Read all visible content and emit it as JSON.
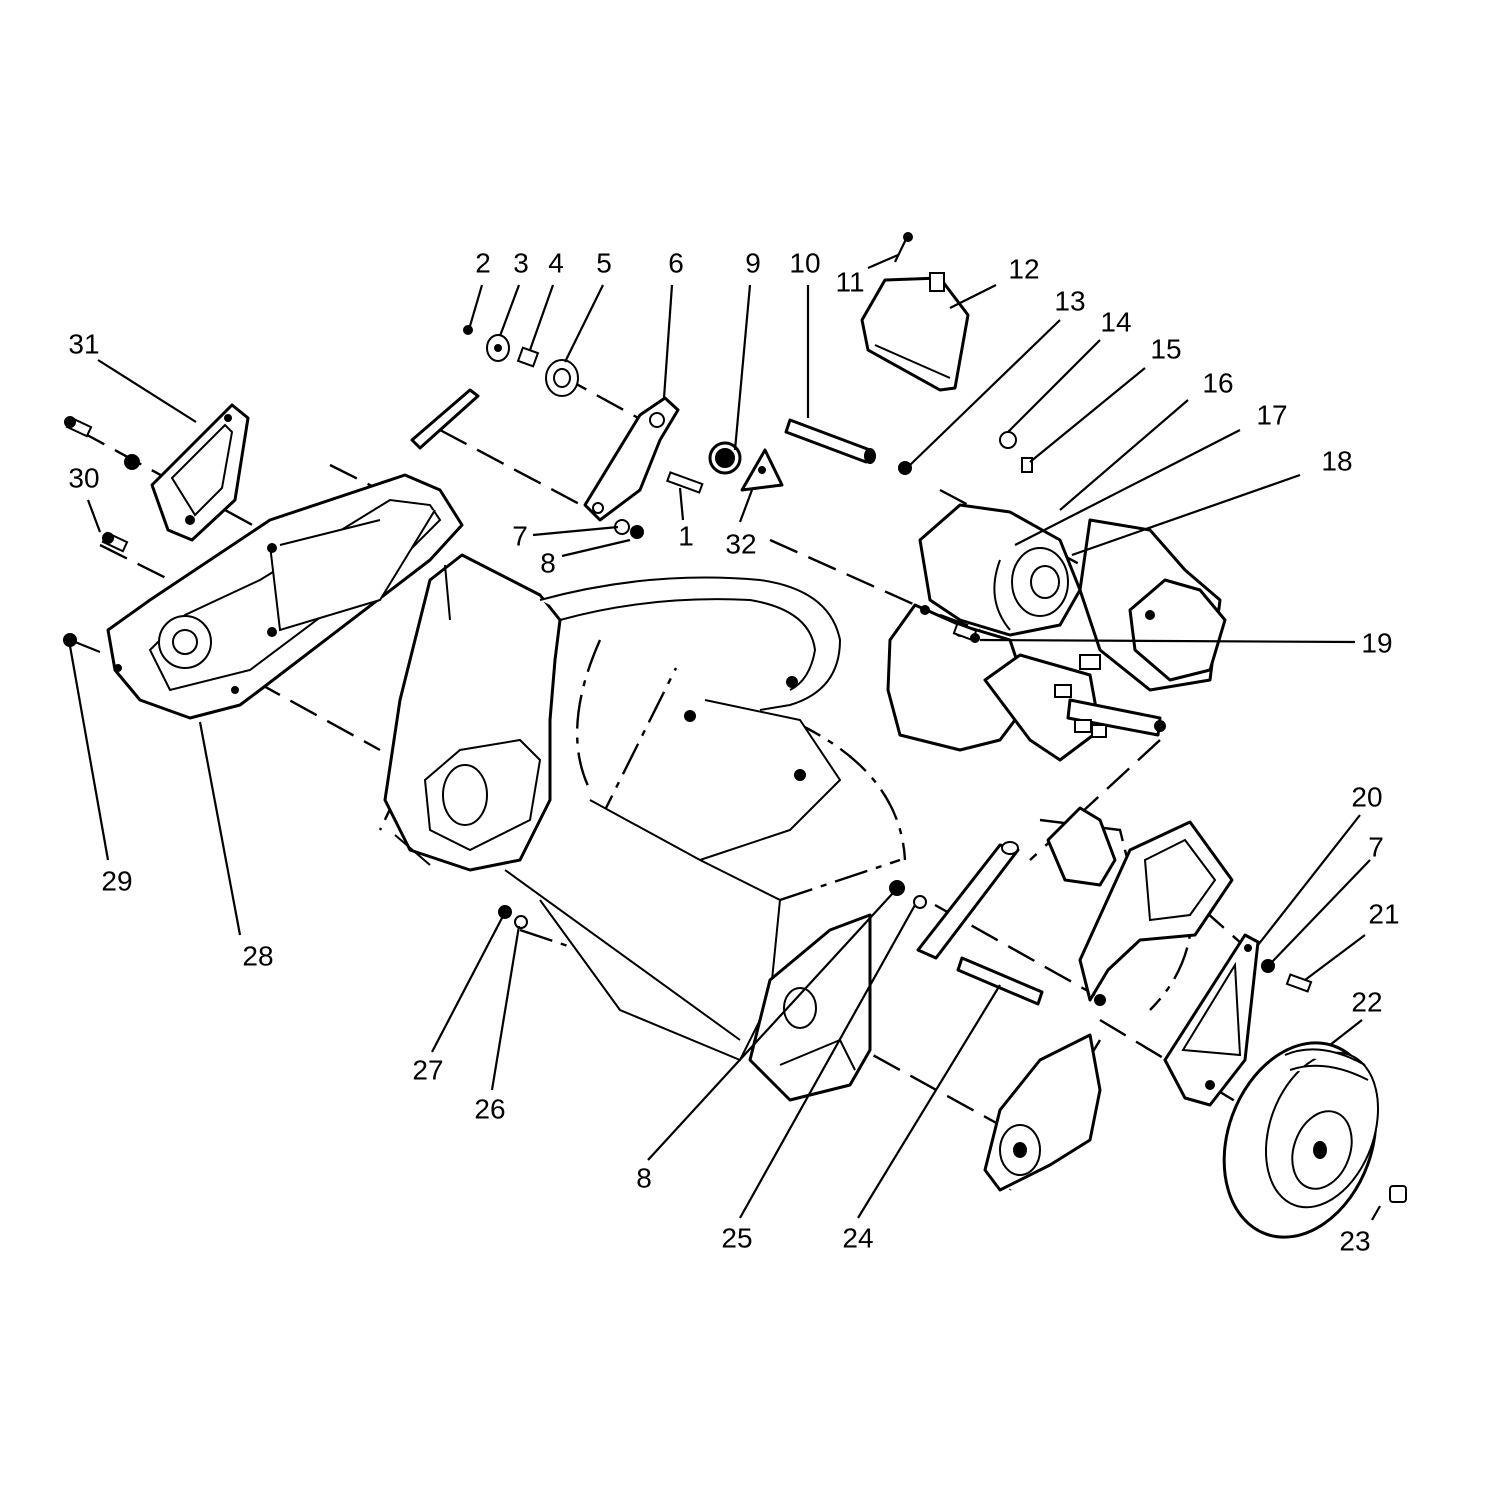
{
  "callouts": [
    {
      "id": "c1",
      "label": "1"
    },
    {
      "id": "c2",
      "label": "2"
    },
    {
      "id": "c3",
      "label": "3"
    },
    {
      "id": "c4",
      "label": "4"
    },
    {
      "id": "c5",
      "label": "5"
    },
    {
      "id": "c6",
      "label": "6"
    },
    {
      "id": "c7a",
      "label": "7"
    },
    {
      "id": "c7b",
      "label": "7"
    },
    {
      "id": "c8a",
      "label": "8"
    },
    {
      "id": "c8b",
      "label": "8"
    },
    {
      "id": "c9",
      "label": "9"
    },
    {
      "id": "c10",
      "label": "10"
    },
    {
      "id": "c11",
      "label": "11"
    },
    {
      "id": "c12",
      "label": "12"
    },
    {
      "id": "c13",
      "label": "13"
    },
    {
      "id": "c14",
      "label": "14"
    },
    {
      "id": "c15",
      "label": "15"
    },
    {
      "id": "c16",
      "label": "16"
    },
    {
      "id": "c17",
      "label": "17"
    },
    {
      "id": "c18",
      "label": "18"
    },
    {
      "id": "c19",
      "label": "19"
    },
    {
      "id": "c20",
      "label": "20"
    },
    {
      "id": "c21",
      "label": "21"
    },
    {
      "id": "c22",
      "label": "22"
    },
    {
      "id": "c23",
      "label": "23"
    },
    {
      "id": "c24",
      "label": "24"
    },
    {
      "id": "c25",
      "label": "25"
    },
    {
      "id": "c26",
      "label": "26"
    },
    {
      "id": "c27",
      "label": "27"
    },
    {
      "id": "c28",
      "label": "28"
    },
    {
      "id": "c29",
      "label": "29"
    },
    {
      "id": "c30",
      "label": "30"
    },
    {
      "id": "c31",
      "label": "31"
    },
    {
      "id": "c32",
      "label": "32"
    }
  ]
}
